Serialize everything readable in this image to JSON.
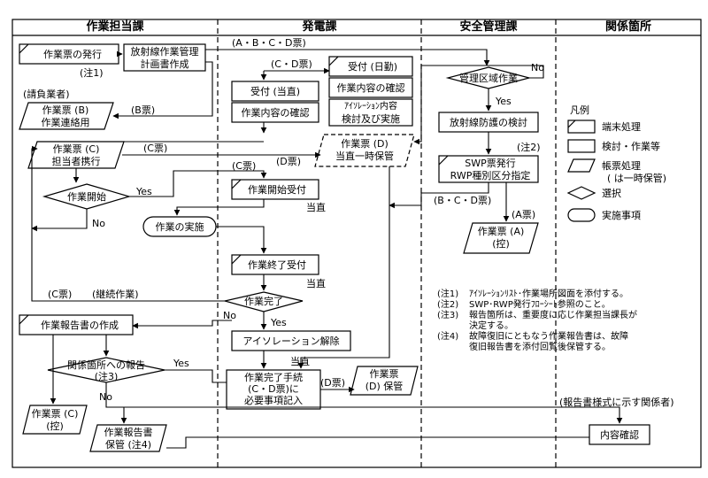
{
  "headers": [
    "作業担当課",
    "発電課",
    "安全管理課",
    "関係箇所"
  ],
  "nodes": {
    "issue_ticket": "作業票の発行",
    "note1_mark": "(注1)",
    "rad_plan": [
      "放射線作業管理",
      "計画書作成"
    ],
    "abcd_tickets": "(A・B・C・D票)",
    "contractor": "(請負業者)",
    "ticket_b": [
      "作業票 (B)",
      "作業連絡用"
    ],
    "b_ticket": "(B票)",
    "cd_tickets": "(C・D票)",
    "receive_day": "受付 (日勤)",
    "confirm_content_day": "作業内容の確認",
    "isolation_review": [
      "ｱｲｿﾚｰｼｮﾝ内容",
      "検討及び実施"
    ],
    "receive_shift": "受付 (当直)",
    "confirm_content_shift": "作業内容の確認",
    "ticket_c": [
      "作業票 (C)",
      "担当者携行"
    ],
    "c_ticket_1": "(C票)",
    "d_ticket_1": "(D票)",
    "ticket_d_temp": [
      "作業票 (D)",
      "当直一時保管"
    ],
    "c_ticket_2": "(C票)",
    "work_start_q": "作業開始",
    "yes_1": "Yes",
    "no_1": "No",
    "start_accept": "作業開始受付",
    "on_duty_1": "当直",
    "work_exec": "作業の実施",
    "end_accept": "作業終了受付",
    "on_duty_2": "当直",
    "c_ticket_3": "(C票)",
    "continue_work": "(継続作業)",
    "work_done_q": "作業完了",
    "no_2": "No",
    "yes_2": "Yes",
    "report_make": "作業報告書の作成",
    "isolation_release": "アイソレーション解除",
    "on_duty_3": "当直",
    "report_q": [
      "関係箇所への報告",
      "(注3)"
    ],
    "yes_3": "Yes",
    "no_3": "No",
    "complete_proc": [
      "作業完了手続",
      "(C・D票)に",
      "必要事項記入"
    ],
    "d_ticket_2": "(D票)",
    "ticket_d_keep": [
      "作業票",
      "(D) 保管"
    ],
    "ticket_c_copy": [
      "作業票 (C)",
      "(控)"
    ],
    "report_keep": [
      "作業報告書",
      "保管 (注4)"
    ],
    "controlled_area_q": "管理区域作業",
    "no_4": "No",
    "yes_4": "Yes",
    "rad_protect": "放射線防護の検討",
    "note2_mark": "(注2)",
    "swp_rwp": [
      "SWP票発行",
      "RWP種別区分指定"
    ],
    "bcd_tickets": "(B・C・D票)",
    "a_ticket": "(A票)",
    "ticket_a": [
      "作業票 (A)",
      "(控)"
    ],
    "report_format": "(報告書様式に示す関係者)",
    "content_confirm": "内容確認"
  },
  "legend": {
    "title": "凡例",
    "items": [
      "端末処理",
      "検討・作業等",
      "帳票処理",
      "( は一時保管)",
      "選択",
      "実施事項"
    ]
  },
  "notes": [
    [
      "(注1)",
      "ｱｲｿﾚｰｼｮﾝﾘｽﾄ･作業場所図面を添付する。"
    ],
    [
      "(注2)",
      "SWP･RWP発行ﾌﾛｰｼｰﾄ参照のこと。"
    ],
    [
      "(注3)",
      "報告箇所は、重要度に応じ作業担当課長が"
    ],
    [
      "",
      "決定する。"
    ],
    [
      "(注4)",
      "故障復旧にともなう作業報告書は、故障"
    ],
    [
      "",
      "復旧報告書を添付回覧後保管する。"
    ]
  ]
}
